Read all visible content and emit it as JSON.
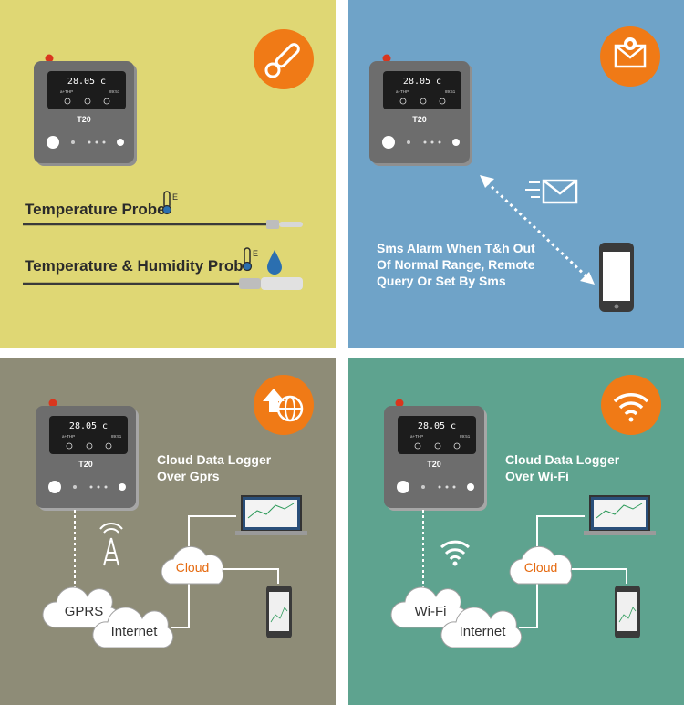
{
  "device": {
    "display_reading": "28.05 c",
    "display_sub_left": "a+THP",
    "display_sub_right": "89:51",
    "brand": "T20"
  },
  "colors": {
    "panel_1": "#dfd774",
    "panel_2": "#6fa3c8",
    "panel_3": "#8e8c77",
    "panel_4": "#5ea38f",
    "accent_orange": "#f07a16",
    "cloud_text": "#e56a10"
  },
  "panel_probes": {
    "icon": "thermometer-icon",
    "temperature_probe_label": "Temperature Probe",
    "humidity_probe_label": "Temperature & Humidity Probe"
  },
  "panel_sms": {
    "icon": "email-gear-icon",
    "line1": "Sms Alarm When T&h Out",
    "line2": "Of Normal Range, Remote",
    "line3": "Query Or Set By Sms"
  },
  "panel_gprs": {
    "icon": "upload-globe-icon",
    "title_line1": "Cloud Data Logger",
    "title_line2": "Over Gprs",
    "cloud_label": "Cloud",
    "network_label": "GPRS",
    "internet_label": "Internet"
  },
  "panel_wifi": {
    "icon": "wifi-icon",
    "title_line1": "Cloud Data Logger",
    "title_line2": "Over Wi-Fi",
    "cloud_label": "Cloud",
    "network_label": "Wi-Fi",
    "internet_label": "Internet"
  }
}
